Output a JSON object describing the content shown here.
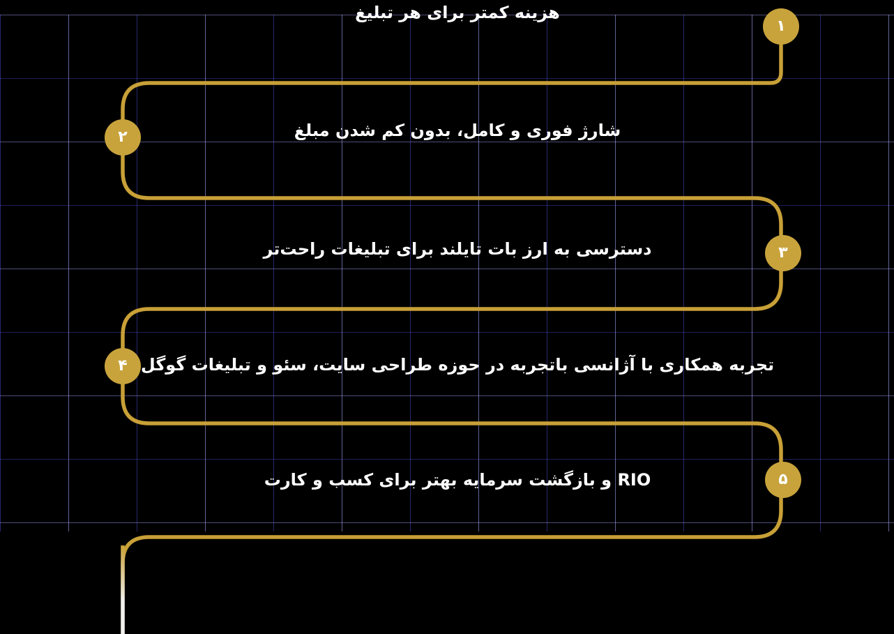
{
  "diagram": {
    "type": "numbered-roadmap",
    "background_color": "#000000",
    "accent_gold": "#C8A037",
    "text_color": "#FFFFFF",
    "grid_line_blue": "#5050DC",
    "grid_line_white": "#EBEBF5",
    "steps": [
      {
        "num": "۱",
        "label": "هزینه کمتر برای هر تبلیغ"
      },
      {
        "num": "۲",
        "label": "شارژ فوری و کامل،  بدون کم شدن مبلغ"
      },
      {
        "num": "۳",
        "label": "دسترسی به ارز بات تایلند برای تبلیغات راحت‌تر"
      },
      {
        "num": "۴",
        "label": "تجربه همکاری با آژانسی باتجربه در حوزه طراحی سایت، سئو و تبلیغات گوگل"
      },
      {
        "num": "۵",
        "label": "RIO و بازگشت سرمایه بهتر برای کسب و کارت"
      }
    ]
  }
}
